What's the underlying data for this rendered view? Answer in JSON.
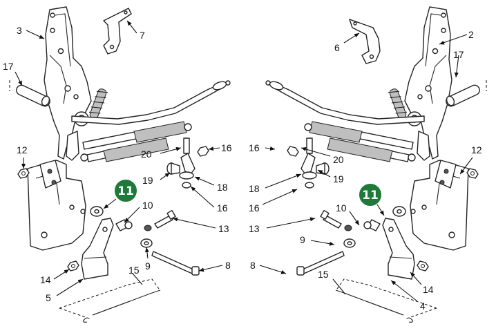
{
  "callouts": {
    "c1": "3",
    "c2": "7",
    "c3": "17",
    "c4": "12",
    "c5": "20",
    "c6": "16",
    "c7": "19",
    "c8": "18",
    "c9": "16",
    "c10": "10",
    "c11": "13",
    "c12": "9",
    "c13": "8",
    "c14": "14",
    "c15": "5",
    "c16": "15",
    "c17": "6",
    "c18": "2",
    "c19": "17",
    "c20": "12",
    "c21": "16",
    "c22": "20",
    "c23": "18",
    "c24": "19",
    "c25": "16",
    "c26": "10",
    "c27": "13",
    "c28": "9",
    "c29": "8",
    "c30": "14",
    "c31": "4",
    "c32": "15"
  },
  "badges": {
    "left": "11",
    "right": "11"
  },
  "colors": {
    "badge": "#1f7a3a",
    "line": "#222222"
  }
}
